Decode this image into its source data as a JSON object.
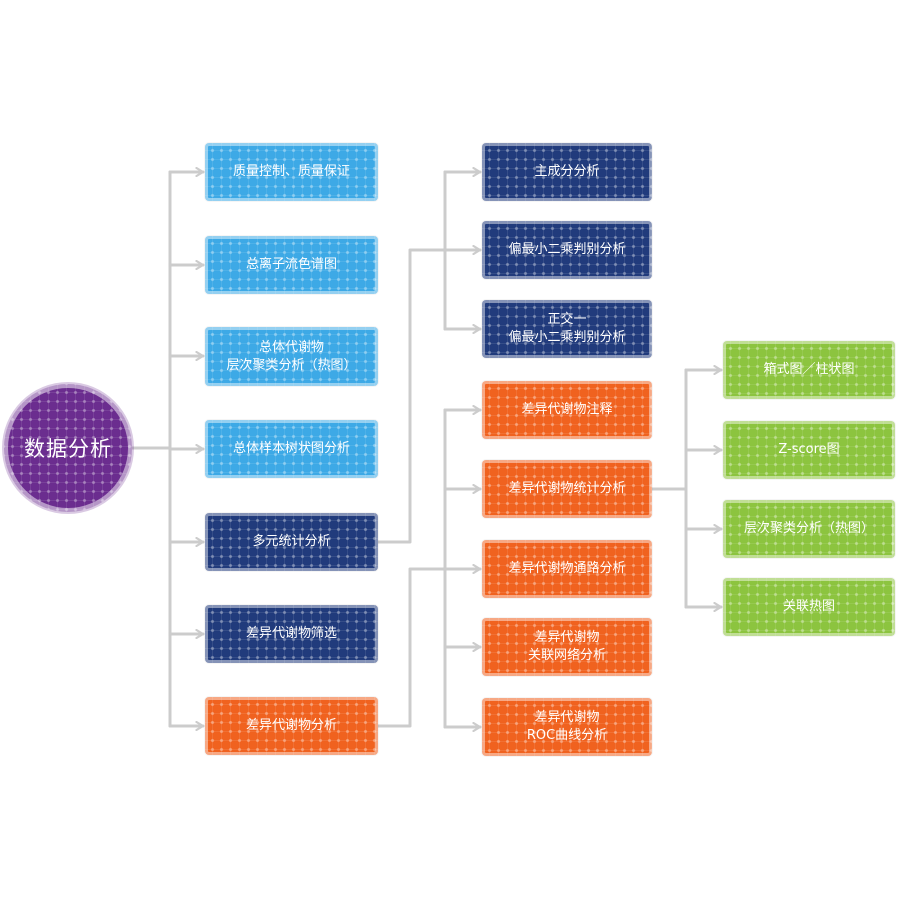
{
  "root": {
    "label": "数据分析"
  },
  "level1": [
    {
      "label": "质量控制、质量保证"
    },
    {
      "label": "总离子流色谱图"
    },
    {
      "label": "总体代谢物\n层次聚类分析（热图）"
    },
    {
      "label": "总体样本树状图分析"
    },
    {
      "label": "多元统计分析"
    },
    {
      "label": "差异代谢物筛选"
    },
    {
      "label": "差异代谢物分析"
    }
  ],
  "multivariate_analysis": [
    {
      "label": "主成分分析"
    },
    {
      "label": "偏最小二乘判别分析"
    },
    {
      "label": "正交一\n偏最小二乘判别分析"
    }
  ],
  "differential_analysis": [
    {
      "label": "差异代谢物注释"
    },
    {
      "label": "差异代谢物统计分析"
    },
    {
      "label": "差异代谢物通路分析"
    },
    {
      "label": "差异代谢物\n关联网络分析"
    },
    {
      "label": "差异代谢物\nROC曲线分析"
    }
  ],
  "statistical_analysis": [
    {
      "label": "箱式图／柱状图"
    },
    {
      "label": "Z-score图"
    },
    {
      "label": "层次聚类分析（热图）"
    },
    {
      "label": "关联热图"
    }
  ],
  "colors": {
    "purple": "#6b2d8f",
    "light_blue": "#3da9e6",
    "navy": "#213b7c",
    "orange": "#f0621f",
    "green": "#8cc43f",
    "connector": "#cccccc"
  }
}
